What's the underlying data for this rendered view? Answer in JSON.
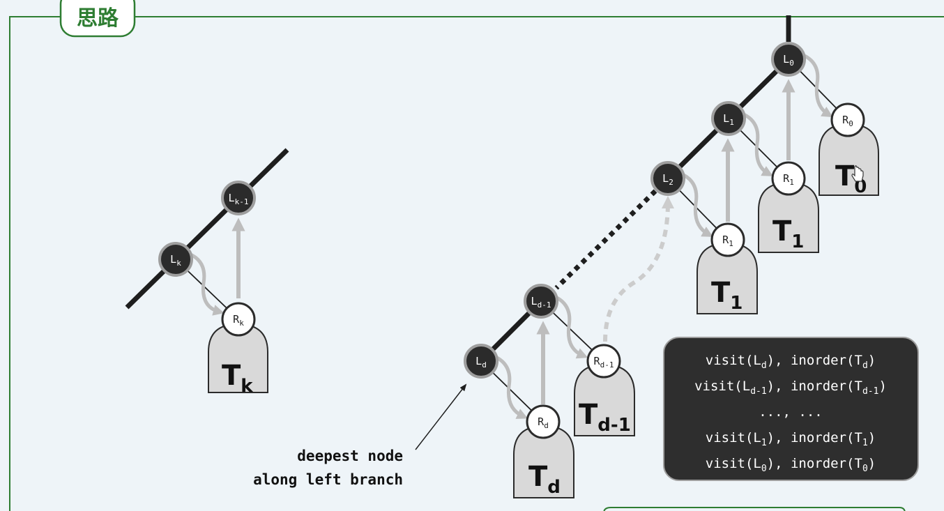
{
  "header": {
    "tag_label": "思路"
  },
  "colors": {
    "frame_green": "#2e7d32",
    "background": "#eef4f8",
    "node_dark": "#2b2b2b",
    "tree_fill": "#d9d9d9",
    "arrow_gray": "#bdbdbd",
    "code_bg": "#2e2e2e"
  },
  "left_diagram": {
    "node_lk1": {
      "base": "L",
      "sub": "k-1"
    },
    "node_lk": {
      "base": "L",
      "sub": "k"
    },
    "node_rk": {
      "base": "R",
      "sub": "k"
    },
    "tree_tk": {
      "base": "T",
      "sub": "k"
    }
  },
  "right_diagram": {
    "node_l0": {
      "base": "L",
      "sub": "0"
    },
    "node_l1": {
      "base": "L",
      "sub": "1"
    },
    "node_l2": {
      "base": "L",
      "sub": "2"
    },
    "node_ld1": {
      "base": "L",
      "sub": "d-1"
    },
    "node_ld": {
      "base": "L",
      "sub": "d"
    },
    "node_r0": {
      "base": "R",
      "sub": "0"
    },
    "node_r1_upper": {
      "base": "R",
      "sub": "1"
    },
    "node_r1_lower": {
      "base": "R",
      "sub": "1"
    },
    "node_rd1": {
      "base": "R",
      "sub": "d-1"
    },
    "node_rd": {
      "base": "R",
      "sub": "d"
    },
    "tree_t0": {
      "base": "T",
      "sub": "0"
    },
    "tree_t1_upper": {
      "base": "T",
      "sub": "1"
    },
    "tree_t1_lower": {
      "base": "T",
      "sub": "1"
    },
    "tree_td1": {
      "base": "T",
      "sub": "d-1"
    },
    "tree_td": {
      "base": "T",
      "sub": "d"
    }
  },
  "callout": {
    "line1": "deepest node",
    "line2": "along left branch"
  },
  "code_panel": {
    "lines": [
      [
        {
          "t": "visit(L"
        },
        {
          "t": "d",
          "sub": true
        },
        {
          "t": "), inorder(T"
        },
        {
          "t": "d",
          "sub": true
        },
        {
          "t": ")"
        }
      ],
      [
        {
          "t": "visit(L"
        },
        {
          "t": "d-1",
          "sub": true
        },
        {
          "t": "), inorder(T"
        },
        {
          "t": "d-1",
          "sub": true
        },
        {
          "t": ")"
        }
      ],
      [
        {
          "t": "..., ..."
        }
      ],
      [
        {
          "t": "visit(L"
        },
        {
          "t": "1",
          "sub": true
        },
        {
          "t": "), inorder(T"
        },
        {
          "t": "1",
          "sub": true
        },
        {
          "t": ")"
        }
      ],
      [
        {
          "t": "visit(L"
        },
        {
          "t": "0",
          "sub": true
        },
        {
          "t": "), inorder(T"
        },
        {
          "t": "0",
          "sub": true
        },
        {
          "t": ")"
        }
      ]
    ]
  }
}
